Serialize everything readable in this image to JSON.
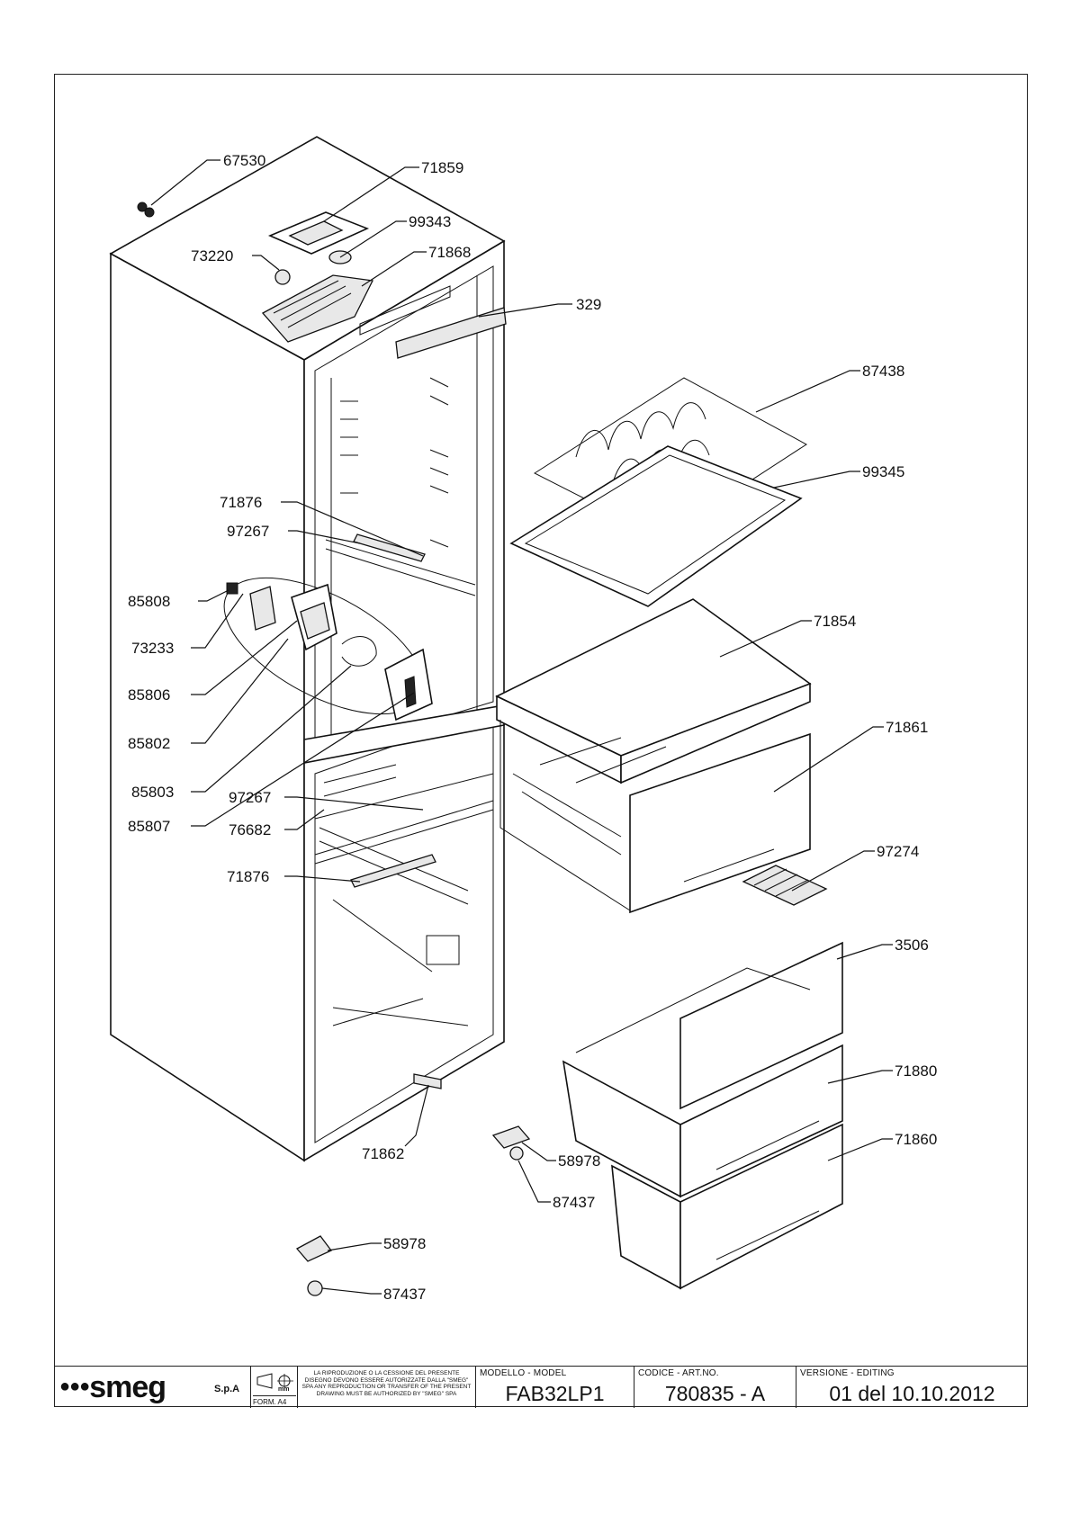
{
  "callouts": [
    {
      "id": "c-67530",
      "text": "67530"
    },
    {
      "id": "c-71859",
      "text": "71859"
    },
    {
      "id": "c-99343",
      "text": "99343"
    },
    {
      "id": "c-73220",
      "text": "73220"
    },
    {
      "id": "c-71868",
      "text": "71868"
    },
    {
      "id": "c-329",
      "text": "329"
    },
    {
      "id": "c-87438",
      "text": "87438"
    },
    {
      "id": "c-99345",
      "text": "99345"
    },
    {
      "id": "c-71876a",
      "text": "71876"
    },
    {
      "id": "c-97267a",
      "text": "97267"
    },
    {
      "id": "c-85808",
      "text": "85808"
    },
    {
      "id": "c-73233",
      "text": "73233"
    },
    {
      "id": "c-85806",
      "text": "85806"
    },
    {
      "id": "c-85802",
      "text": "85802"
    },
    {
      "id": "c-85803",
      "text": "85803"
    },
    {
      "id": "c-85807",
      "text": "85807"
    },
    {
      "id": "c-71854",
      "text": "71854"
    },
    {
      "id": "c-71861",
      "text": "71861"
    },
    {
      "id": "c-97267b",
      "text": "97267"
    },
    {
      "id": "c-76682",
      "text": "76682"
    },
    {
      "id": "c-71876b",
      "text": "71876"
    },
    {
      "id": "c-97274",
      "text": "97274"
    },
    {
      "id": "c-3506",
      "text": "3506"
    },
    {
      "id": "c-71880",
      "text": "71880"
    },
    {
      "id": "c-71860",
      "text": "71860"
    },
    {
      "id": "c-71862",
      "text": "71862"
    },
    {
      "id": "c-58978a",
      "text": "58978"
    },
    {
      "id": "c-87437a",
      "text": "87437"
    },
    {
      "id": "c-58978b",
      "text": "58978"
    },
    {
      "id": "c-87437b",
      "text": "87437"
    }
  ],
  "title_block": {
    "brand": "smeg",
    "brand_suffix": "S.p.A",
    "symbol_label": "mm",
    "form": "FORM. A4",
    "legal_text": "LA RIPRODUZIONE O LA CESSIONE DEL PRESENTE DISEGNO DEVONO ESSERE AUTORIZZATE DALLA \"SMEG\" SPA ANY REPRODUCTION OR TRANSFER OF THE PRESENT DRAWING MUST BE AUTHORIZED BY \"SMEG\" SPA",
    "model_head": "MODELLO - MODEL",
    "model_value": "FAB32LP1",
    "code_head": "CODICE - ART.NO.",
    "code_value": "780835 - A",
    "version_head": "VERSIONE - EDITING",
    "version_value": "01 del 10.10.2012"
  }
}
